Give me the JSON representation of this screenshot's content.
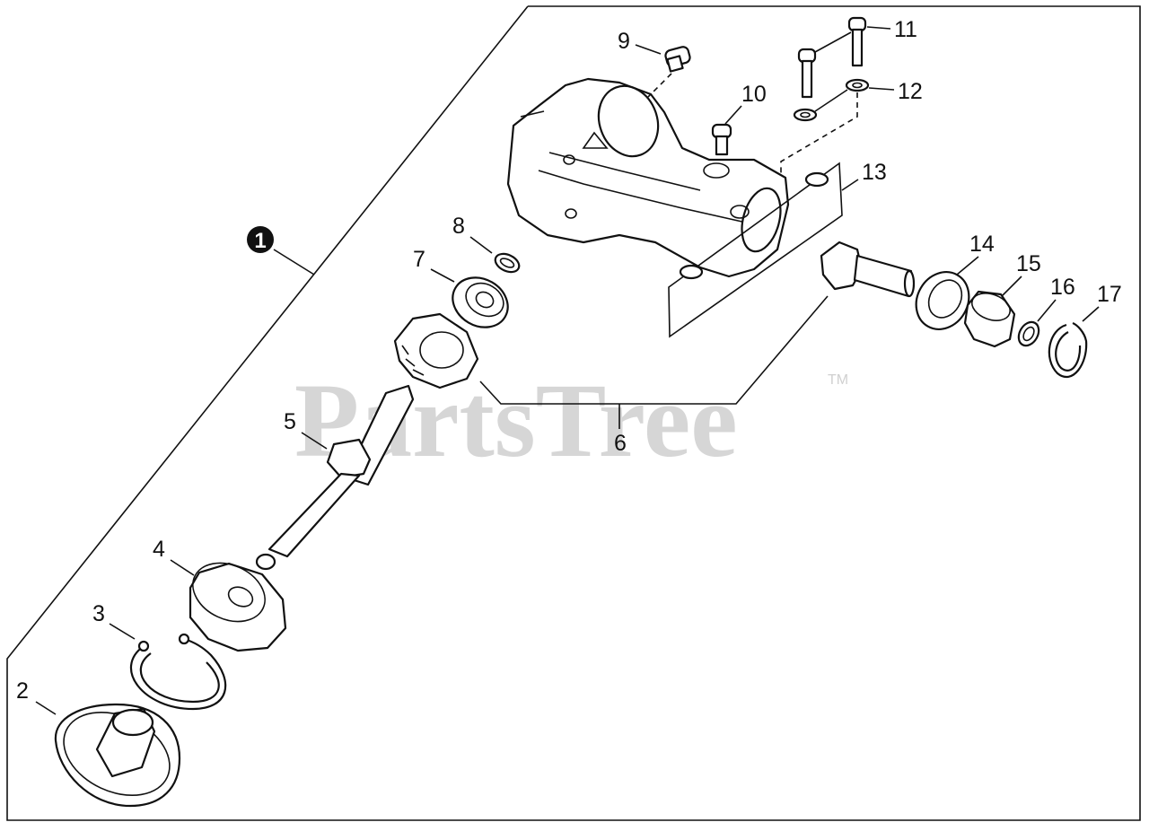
{
  "watermark": {
    "text": "PartsTree",
    "trademark": "TM"
  },
  "assembly_callout": "1",
  "parts": [
    {
      "number": "2"
    },
    {
      "number": "3"
    },
    {
      "number": "4"
    },
    {
      "number": "5"
    },
    {
      "number": "6"
    },
    {
      "number": "7"
    },
    {
      "number": "8"
    },
    {
      "number": "9"
    },
    {
      "number": "10"
    },
    {
      "number": "11"
    },
    {
      "number": "12"
    },
    {
      "number": "13"
    },
    {
      "number": "14"
    },
    {
      "number": "15"
    },
    {
      "number": "16"
    },
    {
      "number": "17"
    }
  ],
  "colors": {
    "line": "#111111",
    "watermark": "#d6d6d6",
    "background": "#ffffff"
  }
}
